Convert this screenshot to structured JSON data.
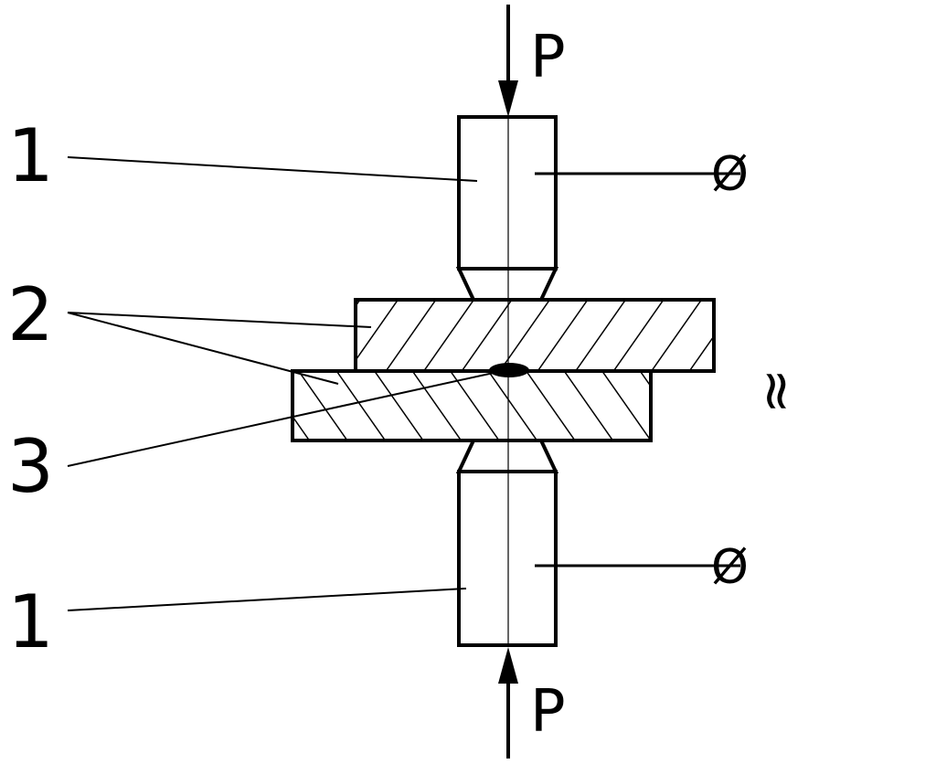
{
  "labels": {
    "force_top": "P",
    "force_bottom": "P",
    "electrode_top": "1",
    "electrode_bottom": "1",
    "sheets": "2",
    "nugget": "3",
    "terminal_top": "Ø",
    "terminal_bottom": "Ø",
    "ac_source": "≈"
  },
  "colors": {
    "stroke": "#000000",
    "background": "#ffffff"
  }
}
